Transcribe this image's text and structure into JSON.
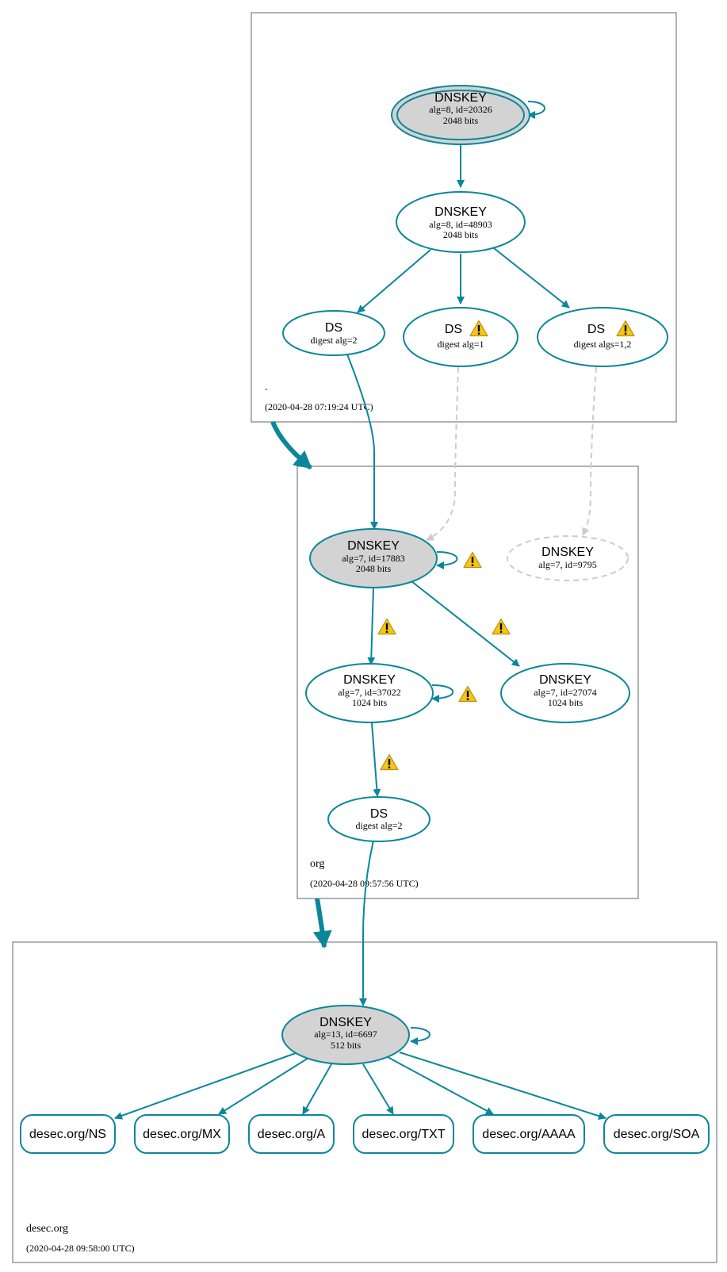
{
  "zones": {
    "root": {
      "name": ".",
      "timestamp": "(2020-04-28 07:19:24 UTC)"
    },
    "org": {
      "name": "org",
      "timestamp": "(2020-04-28 09:57:56 UTC)"
    },
    "desec": {
      "name": "desec.org",
      "timestamp": "(2020-04-28 09:58:00 UTC)"
    }
  },
  "nodes": {
    "root_ksk": {
      "title": "DNSKEY",
      "line1": "alg=8, id=20326",
      "line2": "2048 bits"
    },
    "root_zsk": {
      "title": "DNSKEY",
      "line1": "alg=8, id=48903",
      "line2": "2048 bits"
    },
    "ds_org_2": {
      "title": "DS",
      "line1": "digest alg=2"
    },
    "ds_org_1": {
      "title": "DS",
      "line1": "digest alg=1"
    },
    "ds_org_12": {
      "title": "DS",
      "line1": "digest algs=1,2"
    },
    "org_ksk": {
      "title": "DNSKEY",
      "line1": "alg=7, id=17883",
      "line2": "2048 bits"
    },
    "org_missing": {
      "title": "DNSKEY",
      "line1": "alg=7, id=9795"
    },
    "org_zsk1": {
      "title": "DNSKEY",
      "line1": "alg=7, id=37022",
      "line2": "1024 bits"
    },
    "org_zsk2": {
      "title": "DNSKEY",
      "line1": "alg=7, id=27074",
      "line2": "1024 bits"
    },
    "ds_desec": {
      "title": "DS",
      "line1": "digest alg=2"
    },
    "desec_key": {
      "title": "DNSKEY",
      "line1": "alg=13, id=6697",
      "line2": "512 bits"
    }
  },
  "rrsets": [
    "desec.org/NS",
    "desec.org/MX",
    "desec.org/A",
    "desec.org/TXT",
    "desec.org/AAAA",
    "desec.org/SOA"
  ],
  "colors": {
    "secure": "#0a879a",
    "missing": "#cccccc",
    "ksk_fill": "#d3d3d3",
    "warning": "#f5c518"
  },
  "icons": {
    "warning": "warning-icon"
  }
}
